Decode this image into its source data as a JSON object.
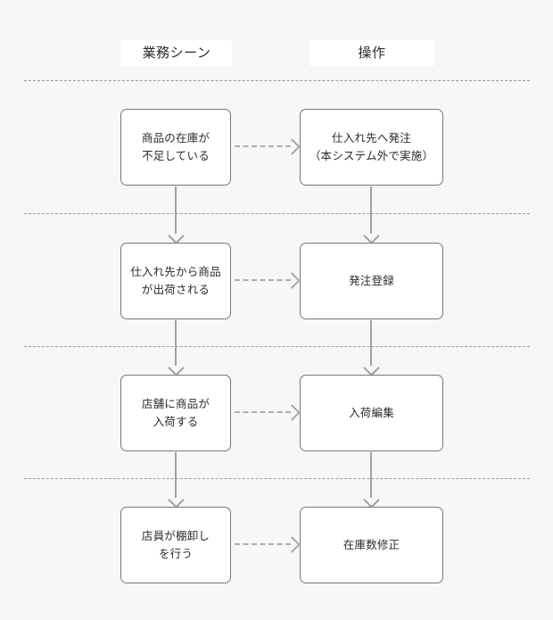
{
  "diagram": {
    "background_color": "#f7f7f7",
    "node_fill": "#ffffff",
    "node_border_color": "#777777",
    "connector_color": "#a0a0a0",
    "separator_color": "#9a9a9a",
    "columns": [
      {
        "id": "business-scene",
        "label": "業務シーン"
      },
      {
        "id": "operation",
        "label": "操作"
      }
    ],
    "rows": [
      {
        "id": "row-1",
        "scene": "商品の在庫が\n不足している",
        "operation": "仕入れ先へ発注\n（本システム外で実施）"
      },
      {
        "id": "row-2",
        "scene": "仕入れ先から商品\nが出荷される",
        "operation": "発注登録"
      },
      {
        "id": "row-3",
        "scene": "店舗に商品が\n入荷する",
        "operation": "入荷編集"
      },
      {
        "id": "row-4",
        "scene": "店員が棚卸し\nを行う",
        "operation": "在庫数修正"
      }
    ]
  }
}
